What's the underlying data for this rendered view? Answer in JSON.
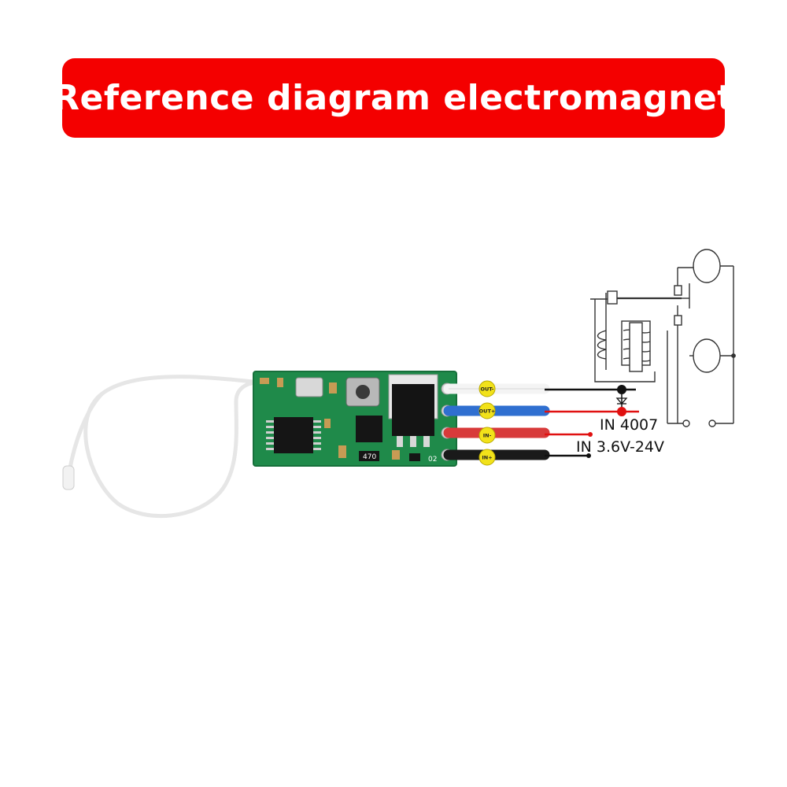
{
  "header": {
    "title": "Reference diagram electromagnet"
  },
  "module": {
    "wires": [
      {
        "tag": "OUT-",
        "color": "#f4f4f4"
      },
      {
        "tag": "OUT+",
        "color": "#2f6fd0"
      },
      {
        "tag": "IN-",
        "color": "#d83a3a"
      },
      {
        "tag": "IN+",
        "color": "#1a1a1a"
      }
    ],
    "resistor_code": "470",
    "board_mark": "02"
  },
  "annotations": {
    "diode": "IN 4007",
    "input_voltage": "IN 3.6V-24V"
  },
  "colors": {
    "banner": "#f40000",
    "pcb": "#1f8a4a",
    "tag_yellow": "#f2e21a",
    "wire_red": "#e01010"
  }
}
